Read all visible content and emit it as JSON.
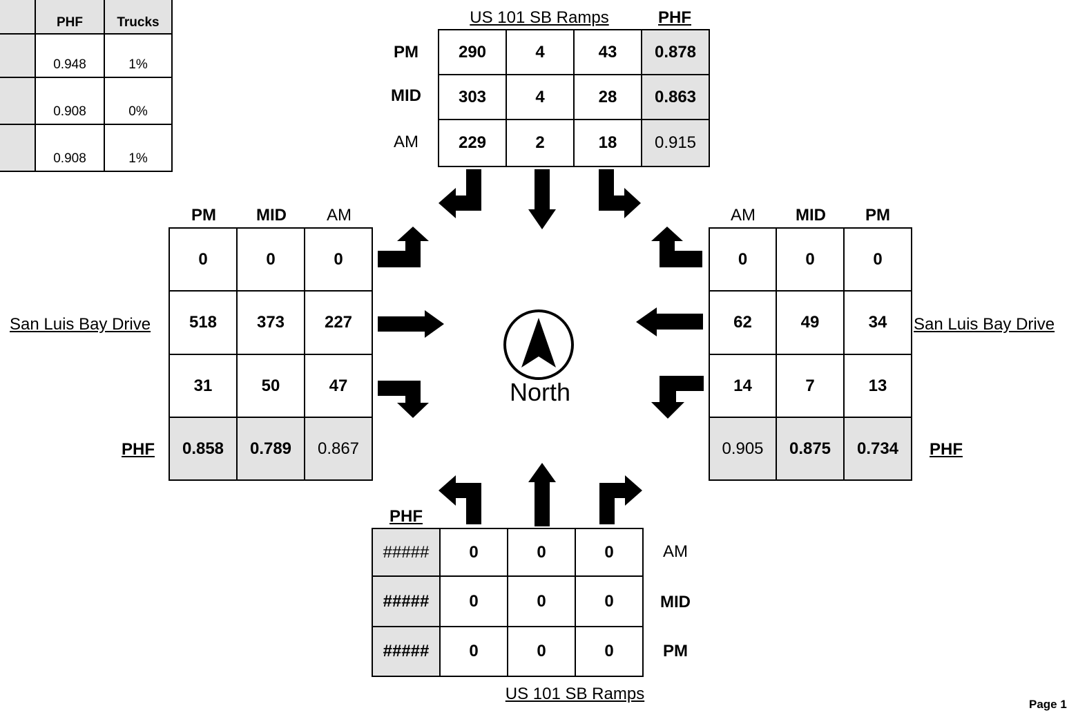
{
  "summary_table": {
    "headers": [
      "",
      "PHF",
      "Trucks"
    ],
    "rows": [
      {
        "phf": "0.948",
        "trucks": "1%"
      },
      {
        "phf": "0.908",
        "trucks": "0%"
      },
      {
        "phf": "0.908",
        "trucks": "1%"
      }
    ]
  },
  "north": {
    "street": "US 101 SB Ramps",
    "phf_label": "PHF",
    "rows": [
      {
        "period": "PM",
        "values": [
          "290",
          "4",
          "43"
        ],
        "phf": "0.878"
      },
      {
        "period": "MID",
        "values": [
          "303",
          "4",
          "28"
        ],
        "phf": "0.863"
      },
      {
        "period": "AM",
        "values": [
          "229",
          "2",
          "18"
        ],
        "phf": "0.915"
      }
    ]
  },
  "west": {
    "street": "San Luis Bay Drive",
    "phf_label": "PHF",
    "periods": [
      "PM",
      "MID",
      "AM"
    ],
    "rows": [
      [
        "0",
        "0",
        "0"
      ],
      [
        "518",
        "373",
        "227"
      ],
      [
        "31",
        "50",
        "47"
      ]
    ],
    "phf": [
      "0.858",
      "0.789",
      "0.867"
    ]
  },
  "east": {
    "street": "San Luis Bay Drive",
    "phf_label": "PHF",
    "periods": [
      "AM",
      "MID",
      "PM"
    ],
    "rows": [
      [
        "0",
        "0",
        "0"
      ],
      [
        "62",
        "49",
        "34"
      ],
      [
        "14",
        "7",
        "13"
      ]
    ],
    "phf": [
      "0.905",
      "0.875",
      "0.734"
    ]
  },
  "south": {
    "street": "US 101 SB Ramps",
    "phf_label": "PHF",
    "rows": [
      {
        "period": "AM",
        "values": [
          "0",
          "0",
          "0"
        ],
        "phf": "#####"
      },
      {
        "period": "MID",
        "values": [
          "0",
          "0",
          "0"
        ],
        "phf": "#####"
      },
      {
        "period": "PM",
        "values": [
          "0",
          "0",
          "0"
        ],
        "phf": "#####"
      }
    ]
  },
  "compass": {
    "label": "North",
    "icon": "north-arrow-icon"
  },
  "page_label": "Page 1"
}
